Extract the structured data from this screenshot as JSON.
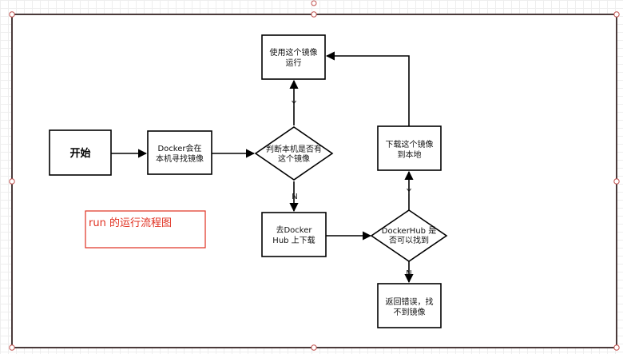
{
  "nodes": {
    "start": "开始",
    "docker_find": [
      "Docker会在",
      "本机寻找镜像"
    ],
    "check_local": [
      "判断本机是否有",
      "这个镜像"
    ],
    "use_image": [
      "使用这个镜像",
      "运行"
    ],
    "download_image": [
      "下载这个镜像",
      "到本地"
    ],
    "goto_hub": [
      "去Docker",
      "Hub 上下载"
    ],
    "hub_found": [
      "DockerHub 是",
      "否可以找到"
    ],
    "return_error": [
      "返回错误，找",
      "不到镜像"
    ]
  },
  "edge_labels": {
    "yes_use": "Y",
    "no_hub": "N",
    "yes_download": "Y",
    "no_error": "N"
  },
  "note": "run 的运行流程图",
  "colors": {
    "note": "#e03020",
    "frame": "#4a3a3a",
    "handle": "#c0504d",
    "grid": "#eeeeee"
  }
}
